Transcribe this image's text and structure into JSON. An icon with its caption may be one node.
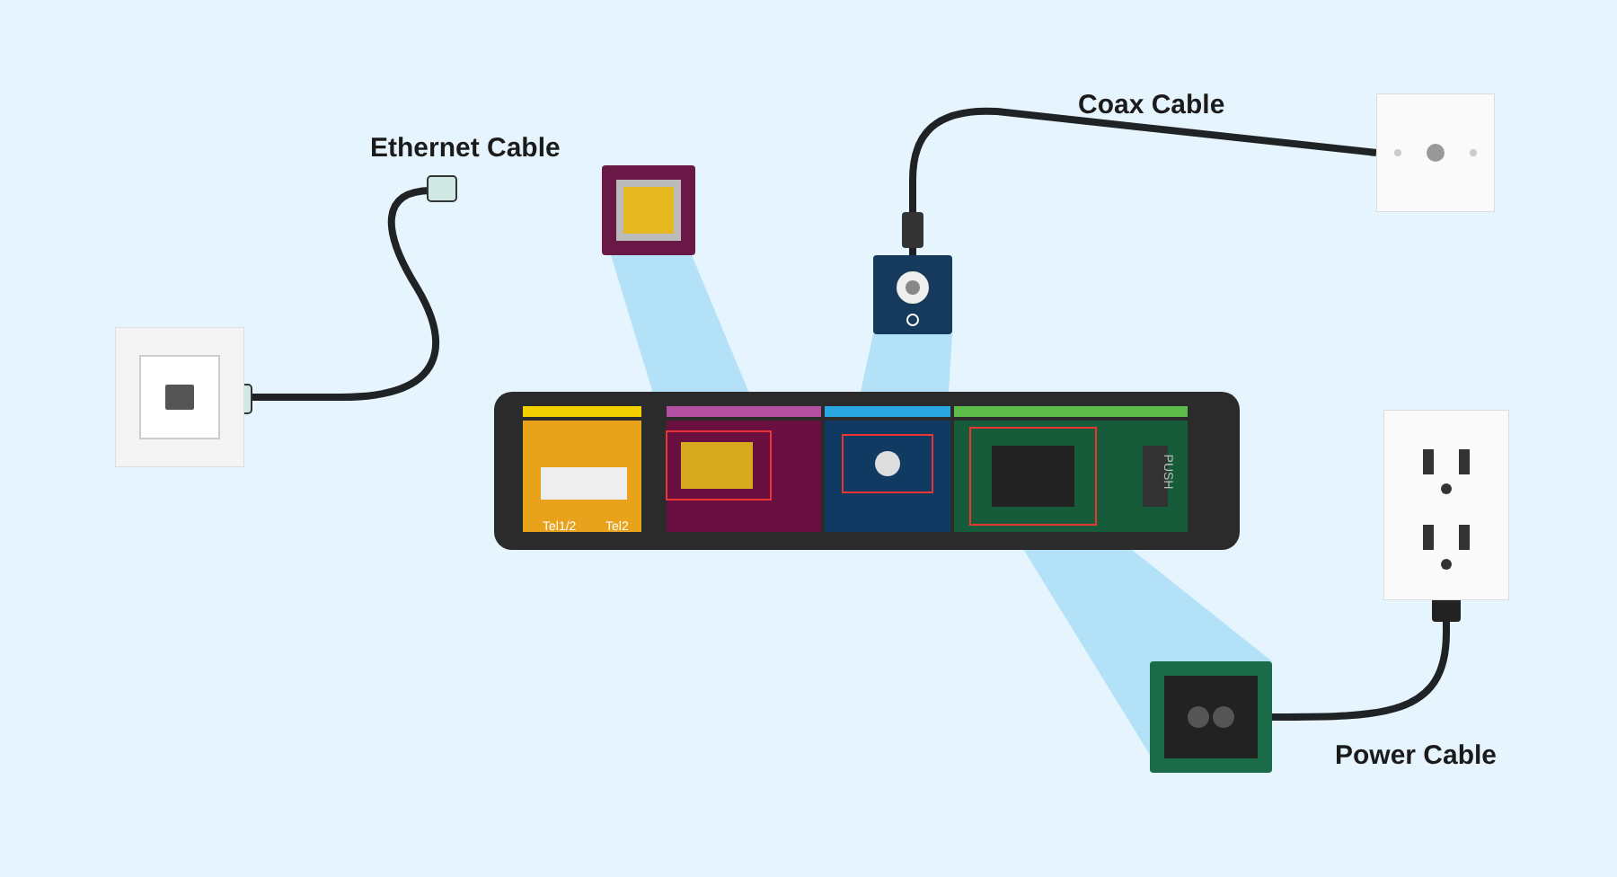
{
  "diagram": {
    "nodes": [
      {
        "text": [],
        "shape": "picture"
      },
      {
        "text": [],
        "shape": "picture"
      },
      {
        "text": [],
        "shape": "picture"
      },
      {
        "text": [],
        "shape": "picture"
      },
      {
        "text": [],
        "shape": "picture"
      },
      {
        "text": [],
        "shape": "picture"
      },
      {
        "text": [],
        "shape": "picture"
      }
    ],
    "edges": [
      {
        "from": 0,
        "to": null,
        "arrow": "none",
        "label": "Ethernet Cable"
      },
      {
        "from": 3,
        "to": 2,
        "arrow": "none",
        "label": "Coax Cable"
      },
      {
        "from": 5,
        "to": 4,
        "arrow": "none",
        "label": "Power Cable"
      }
    ],
    "labels": [
      "Tel1/2",
      "Tel2",
      "PUSH"
    ]
  }
}
